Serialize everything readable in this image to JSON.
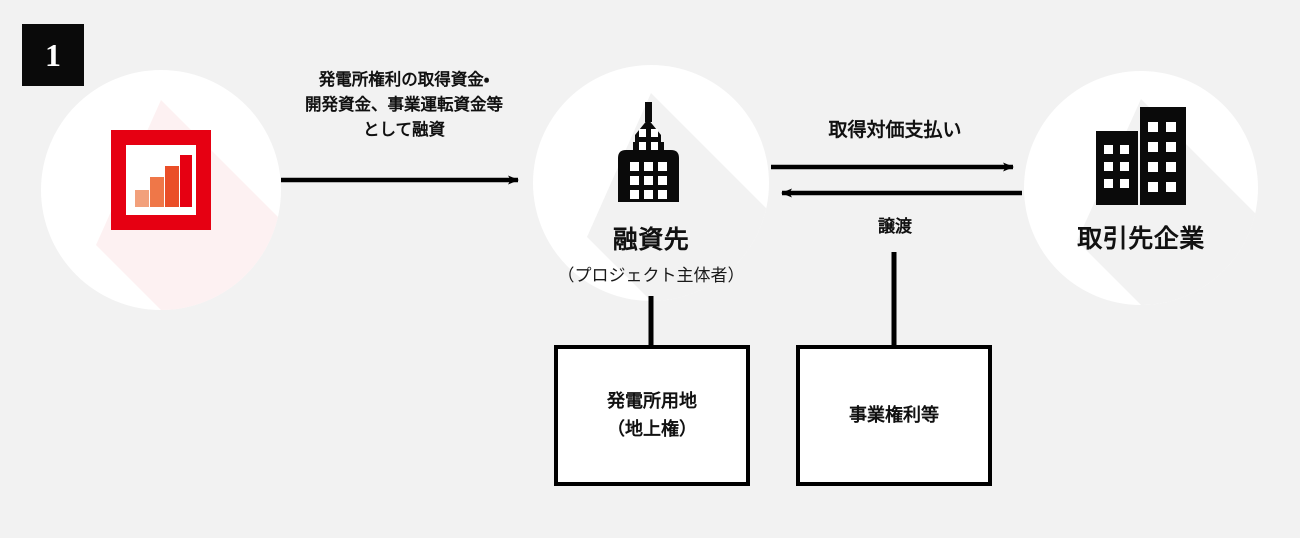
{
  "step": {
    "number": "1"
  },
  "nodes": {
    "lender": {
      "icon_name": "bar-chart-frame-icon",
      "label": "",
      "sublabel": ""
    },
    "borrower": {
      "icon_name": "tower-building-icon",
      "label": "融資先",
      "sublabel": "（プロジェクト主体者）"
    },
    "counterparty": {
      "icon_name": "office-buildings-icon",
      "label": "取引先企業",
      "sublabel": ""
    }
  },
  "flows": {
    "financing": "発電所権利の取得資金・\n開発資金、事業運転資金等\nとして融資",
    "payment": "取得対価支払い",
    "transfer": "譲渡"
  },
  "boxes": [
    {
      "id": "land",
      "text": "発電所用地\n（地上権）"
    },
    {
      "id": "rights",
      "text": "事業権利等"
    }
  ],
  "colors": {
    "background": "#f2f2f2",
    "circle": "#ffffff",
    "badge": "#0a0a0a",
    "accent_red": "#e60012",
    "bar_1": "#f2a07b",
    "bar_2": "#ef7748",
    "bar_3": "#ea4e28",
    "bar_4": "#e60012",
    "stroke": "#000000",
    "text": "#111111"
  }
}
